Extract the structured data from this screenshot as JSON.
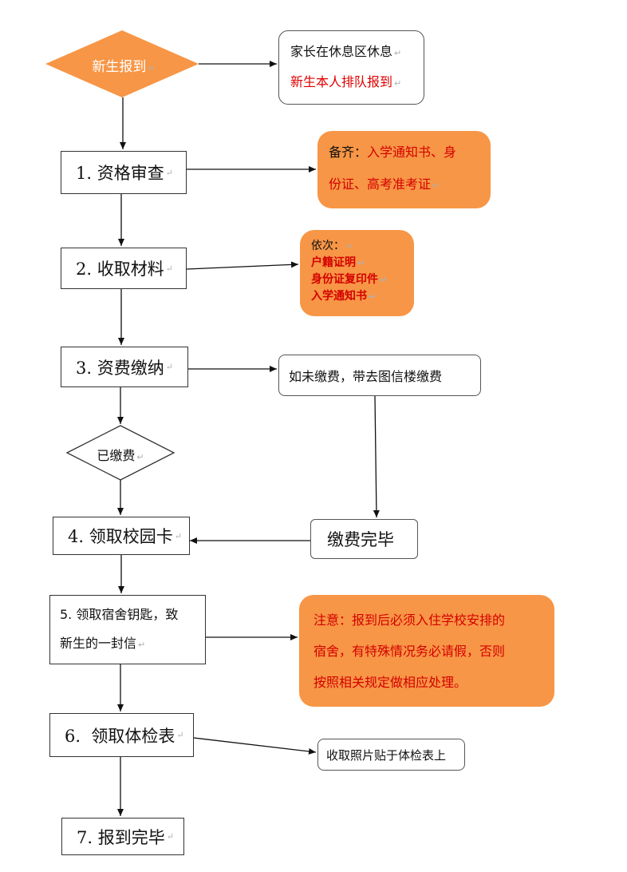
{
  "start": {
    "label": "新生报到"
  },
  "parent_note": {
    "line1": "家长在休息区休息",
    "line2": "新生本人排队报到"
  },
  "steps": [
    {
      "label": "1. 资格审查"
    },
    {
      "label": "2. 收取材料"
    },
    {
      "label": "3. 资费缴纳"
    },
    {
      "label": "4. 领取校园卡"
    },
    {
      "label_line1": "5. 领取宿舍钥匙，致",
      "label_line2": "新生的一封信"
    },
    {
      "label": "6.  领取体检表"
    },
    {
      "label": "7. 报到完毕"
    }
  ],
  "note1": {
    "prefix": "备齐：",
    "line1": "入学通知书、身",
    "line2": "份证、高考准考证"
  },
  "note2": {
    "title": "依次：",
    "item1": "户籍证明",
    "item2": "身份证复印件",
    "item3": "入学通知书"
  },
  "unpaid": {
    "label": "如未缴费，带去图信楼缴费"
  },
  "paid_decision": {
    "label": "已缴费"
  },
  "payment_done": {
    "label": "缴费完毕"
  },
  "note3": {
    "line1": "注意：报到后必须入住学校安排的",
    "line2": "宿舍，有特殊情况务必请假，否则",
    "line3": "按照相关规定做相应处理。"
  },
  "photo_note": {
    "label": "收取照片贴于体检表上"
  },
  "paragraph_mark": "↵",
  "colors": {
    "orange": "#f79646",
    "red": "#e00000"
  }
}
